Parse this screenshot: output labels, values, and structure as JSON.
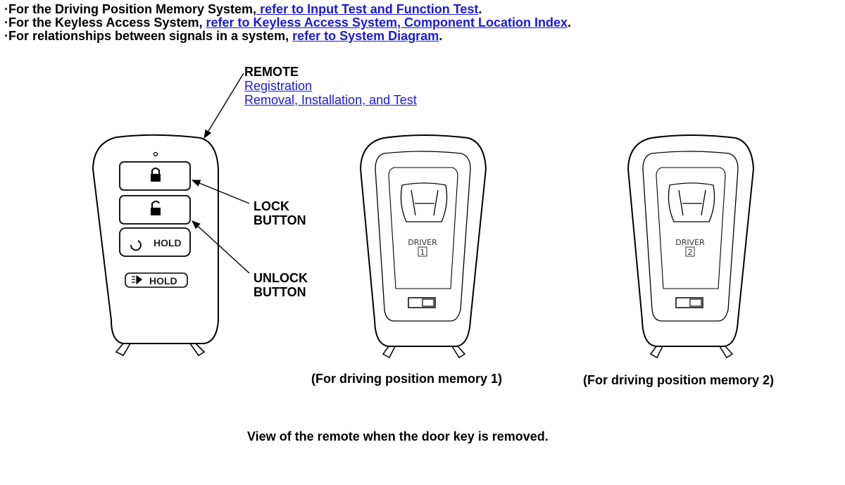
{
  "notes": [
    {
      "prefix": "·For the Driving Position Memory System,",
      "link": " refer to Input Test and Function Test",
      "suffix": "."
    },
    {
      "prefix": "·For the Keyless Access System, ",
      "link": "refer to Keyless Access System, Component Location Index",
      "suffix": "."
    },
    {
      "prefix": "·For relationships between signals in a system, ",
      "link": "refer to System Diagram",
      "suffix": "."
    }
  ],
  "remote": {
    "title": "REMOTE",
    "links": [
      "Registration",
      "Removal, Installation, and Test"
    ]
  },
  "callouts": {
    "lock": [
      "LOCK",
      "BUTTON"
    ],
    "unlock": [
      "UNLOCK",
      "BUTTON"
    ]
  },
  "fob_buttons": {
    "hold1": "HOLD",
    "hold2": "HOLD"
  },
  "drivers": [
    {
      "label": "DRIVER",
      "number": "1",
      "caption": "(For driving position memory 1)"
    },
    {
      "label": "DRIVER",
      "number": "2",
      "caption": "(For driving position memory 2)"
    }
  ],
  "footer": "View of the remote when the door key is removed."
}
